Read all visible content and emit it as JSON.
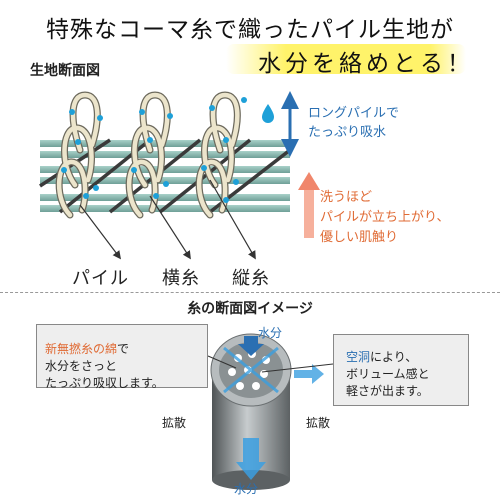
{
  "header": {
    "line1": "特殊なコーマ糸で織ったパイル生地が",
    "line2": "水分を絡めとる！"
  },
  "section1": {
    "title": "生地断面図",
    "note_blue": [
      "ロングパイルで",
      "たっぷり吸水"
    ],
    "note_red": [
      "洗うほど",
      "パイルが立ち上がり、",
      "優しい肌触り"
    ],
    "labels": {
      "pile": "パイル",
      "weft": "横糸",
      "warp": "縦糸"
    }
  },
  "section2": {
    "title": "糸の断面図イメージ",
    "water_top": "水分",
    "water_bottom": "水分",
    "diffuse_left": "拡散",
    "diffuse_right": "拡散",
    "box_left": {
      "highlight": "新無撚糸の綿",
      "line1_rest": "で",
      "line2": "水分をさっと",
      "line3": "たっぷり吸収します。"
    },
    "box_right": {
      "highlight": "空洞",
      "line1_rest": "により、",
      "line2": "ボリューム感と",
      "line3": "軽さが出ます。"
    }
  },
  "colors": {
    "accent_blue": "#2a6fb2",
    "accent_red": "#e06b35",
    "highlight": "#fff36a",
    "droplet": "#1ea0d8",
    "fabric_band": "#86b8b0",
    "pile": "#ece5cc"
  }
}
